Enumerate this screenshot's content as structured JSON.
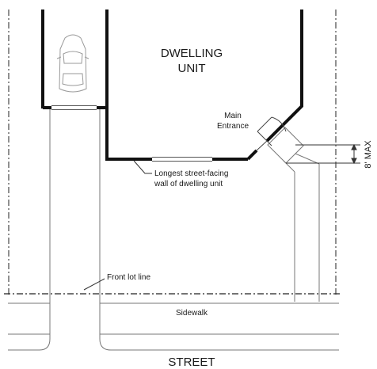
{
  "labels": {
    "dwelling_line1": "DWELLING",
    "dwelling_line2": "UNIT",
    "main_entrance_line1": "Main",
    "main_entrance_line2": "Entrance",
    "longest_wall_line1": "Longest street-facing",
    "longest_wall_line2": "wall of dwelling unit",
    "front_lot_line": "Front lot line",
    "sidewalk": "Sidewalk",
    "street": "STREET",
    "dimension": "8' MAX"
  }
}
